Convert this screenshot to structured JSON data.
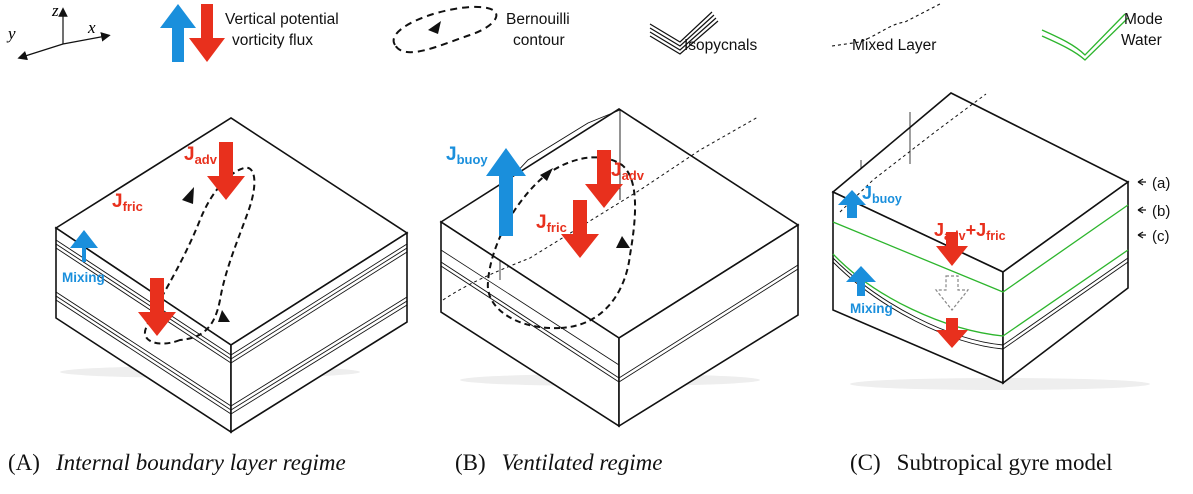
{
  "axes": {
    "z": "z",
    "y": "y",
    "x": "x"
  },
  "legend": {
    "flux": [
      "Vertical potential",
      "vorticity flux"
    ],
    "bernoulli": [
      "Bernouilli",
      "contour"
    ],
    "isopycnals": "Isopycnals",
    "mixed_layer": "Mixed Layer",
    "mode_water": [
      "Mode",
      "Water"
    ]
  },
  "panel_a": {
    "j_adv": {
      "base": "J",
      "sub": "adv"
    },
    "j_fric": {
      "base": "J",
      "sub": "fric"
    },
    "mixing": "Mixing",
    "caption_tag": "(A)",
    "caption": "Internal boundary layer regime"
  },
  "panel_b": {
    "j_buoy": {
      "base": "J",
      "sub": "buoy"
    },
    "j_adv": {
      "base": "J",
      "sub": "adv"
    },
    "j_fric": {
      "base": "J",
      "sub": "fric"
    },
    "caption_tag": "(B)",
    "caption": "Ventilated regime"
  },
  "panel_c": {
    "j_buoy": {
      "base": "J",
      "sub": "buoy"
    },
    "j_adv_fric": {
      "base1": "J",
      "sub1": "adv",
      "plus": "+",
      "base2": "J",
      "sub2": "fric"
    },
    "mixing": "Mixing",
    "layer_a": "(a)",
    "layer_b": "(b)",
    "layer_c": "(c)",
    "caption_tag": "(C)",
    "caption": "Subtropical gyre model"
  },
  "colors": {
    "blue": "#1a8fdc",
    "red": "#e8301d",
    "green": "#2db52d",
    "line": "#111111"
  },
  "icons": [
    "up-arrow-icon",
    "down-arrow-icon",
    "axes-icon"
  ]
}
